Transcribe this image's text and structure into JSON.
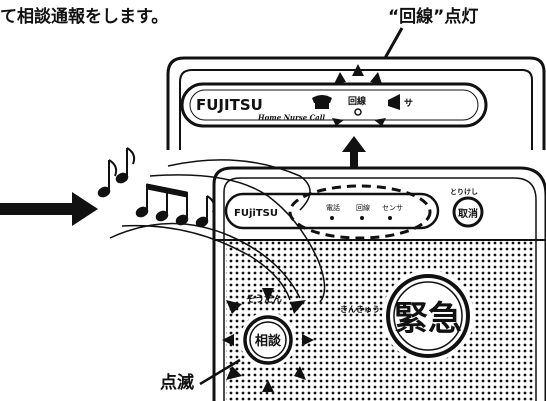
{
  "captions": {
    "top": "て相談通報をします。",
    "line_lit": "“回線”点灯",
    "blink": "点滅"
  },
  "device": {
    "brand": "FUJITSU",
    "small_panel_brand": "FUjiTSU",
    "subtitle": "Home Nurse Call",
    "indicator_left": "電話",
    "indicator_middle": "回線",
    "indicator_right": "センサ",
    "cancel_button": "取消",
    "cancel_label": "とりけし",
    "emergency_button": "緊急",
    "emergency_label": "きんきゅう",
    "consult_button": "相談",
    "consult_label": "そうだん"
  },
  "colors": {
    "ink": "#111111",
    "paper": "#ffffff"
  }
}
